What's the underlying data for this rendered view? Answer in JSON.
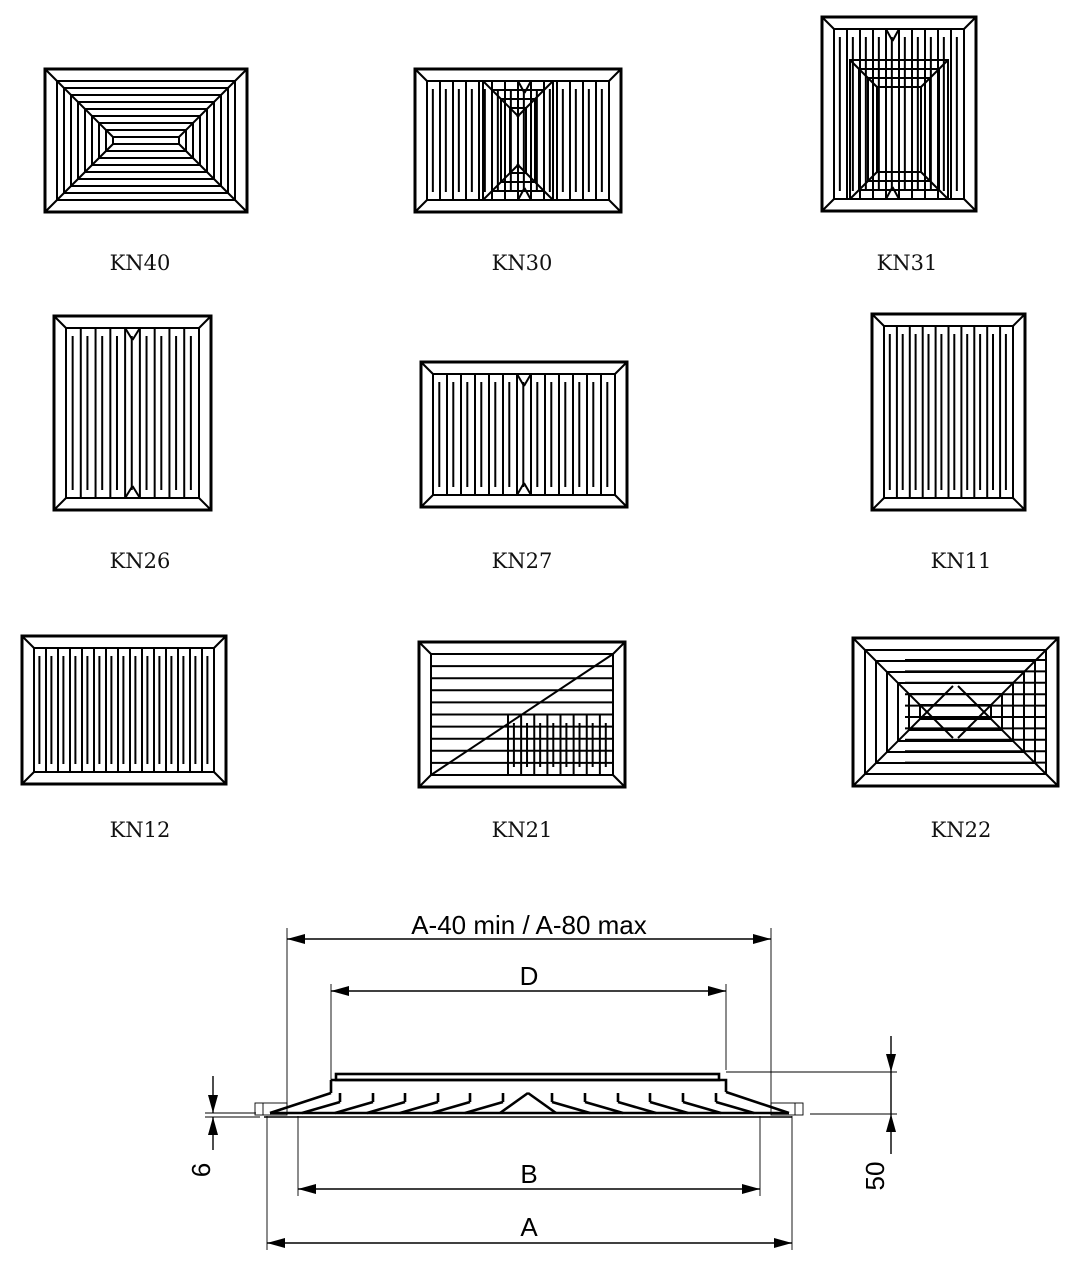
{
  "grilles": [
    {
      "id": "kn40",
      "label": "KN40"
    },
    {
      "id": "kn30",
      "label": "KN30"
    },
    {
      "id": "kn31",
      "label": "KN31"
    },
    {
      "id": "kn26",
      "label": "KN26"
    },
    {
      "id": "kn27",
      "label": "KN27"
    },
    {
      "id": "kn11",
      "label": "KN11"
    },
    {
      "id": "kn12",
      "label": "KN12"
    },
    {
      "id": "kn21",
      "label": "KN21"
    },
    {
      "id": "kn22",
      "label": "KN22"
    }
  ],
  "section": {
    "top_dim": "A-40 min / A-80 max",
    "d_dim": "D",
    "b_dim": "B",
    "a_dim": "A",
    "left_dim": "6",
    "right_dim": "50"
  }
}
